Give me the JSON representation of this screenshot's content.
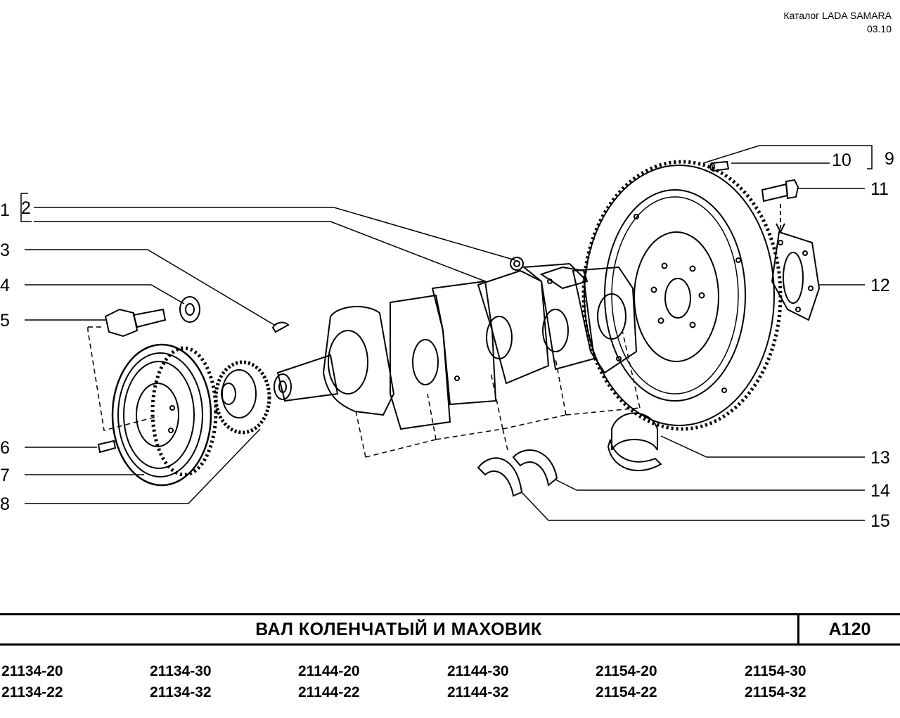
{
  "header": {
    "catalog": "Каталог  LADA SAMARA",
    "date": "03.10"
  },
  "callouts": [
    "1",
    "2",
    "3",
    "4",
    "5",
    "6",
    "7",
    "8",
    "9",
    "10",
    "11",
    "12",
    "13",
    "14",
    "15"
  ],
  "title_block": {
    "title": "ВАЛ  КОЛЕНЧАТЫЙ  И  МАХОВИК",
    "code": "А120"
  },
  "models": {
    "row1": [
      "21134-20",
      "21134-30",
      "21144-20",
      "21144-30",
      "21154-20",
      "21154-30"
    ],
    "row2": [
      "21134-22",
      "21134-32",
      "21144-22",
      "21144-32",
      "21154-22",
      "21154-32"
    ]
  }
}
